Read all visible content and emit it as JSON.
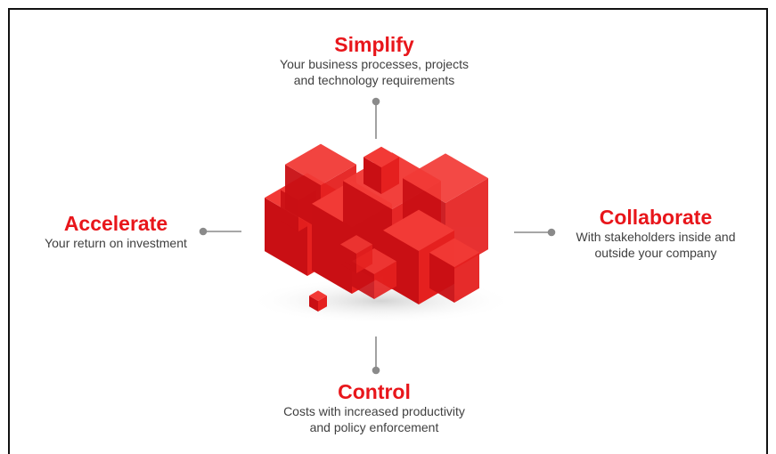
{
  "simplify": {
    "title": "Simplify",
    "line1": "Your business processes, projects",
    "line2": "and technology requirements"
  },
  "accelerate": {
    "title": "Accelerate",
    "line1": "Your return on investment"
  },
  "collaborate": {
    "title": "Collaborate",
    "line1": "With stakeholders inside and",
    "line2": "outside your company"
  },
  "control": {
    "title": "Control",
    "line1": "Costs with increased productivity",
    "line2": "and policy enforcement"
  },
  "colors": {
    "accent": "#e8161b",
    "text": "#404040",
    "connector": "#8a8a8a"
  }
}
